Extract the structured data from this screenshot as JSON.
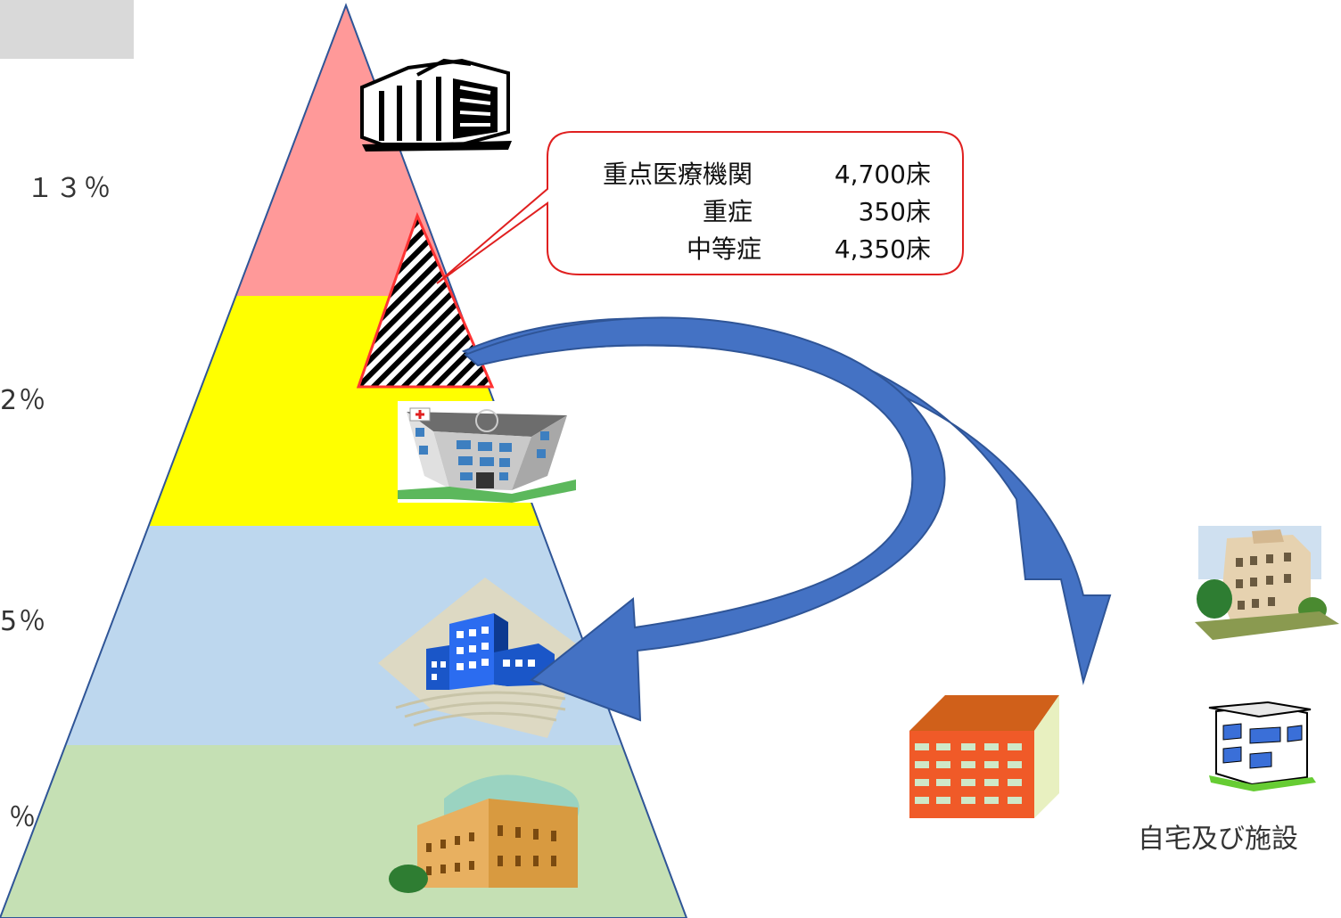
{
  "tiers": [
    {
      "id": "top",
      "percent_label": "１３％",
      "color": "#ff9999"
    },
    {
      "id": "second",
      "percent_label": "2％",
      "color": "#ffff00"
    },
    {
      "id": "third",
      "percent_label": "5％",
      "color": "#bdd7ee"
    },
    {
      "id": "bottom",
      "percent_label": "％",
      "color": "#c5e0b4"
    }
  ],
  "callout": {
    "rows": [
      {
        "label": "重点医療機関",
        "value": "4,700床"
      },
      {
        "label": "重症",
        "value": "350床"
      },
      {
        "label": "中等症",
        "value": "4,350床"
      }
    ],
    "border_color": "#e02020"
  },
  "home_label": "自宅及び施設",
  "arrow_color": "#4472c4",
  "icons": [
    "university-hospital-icon",
    "helipad-hospital-icon",
    "blue-office-building-icon",
    "historic-building-icon",
    "orange-hotel-icon",
    "apartment-building-icon",
    "house-icon"
  ]
}
